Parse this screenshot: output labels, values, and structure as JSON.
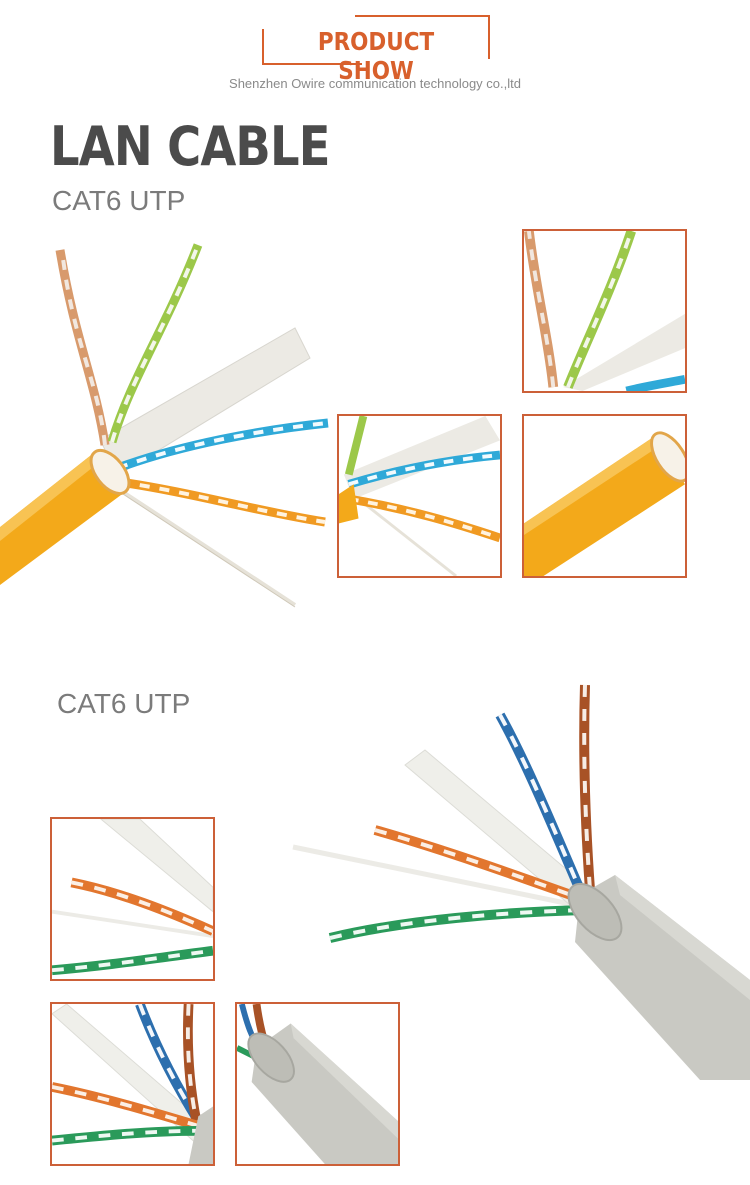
{
  "header": {
    "badge_title": "PRODUCT SHOW",
    "company": "Shenzhen Owire communication technology co.,ltd"
  },
  "product": {
    "title": "LAN CABLE",
    "section1_subtitle": "CAT6 UTP",
    "section2_subtitle": "CAT6 UTP"
  },
  "colors": {
    "accent": "#cc6038",
    "title_gray": "#4b4b4b",
    "jacket_yellow": "#f3a91a",
    "jacket_gray": "#c9c9c3"
  },
  "images": {
    "section1_hero": "yellow-cable-image",
    "section1_details": [
      "yellow-cable-pairs-closeup",
      "yellow-cable-center-closeup",
      "yellow-cable-jacket-closeup"
    ],
    "section2_hero": "gray-cable-image",
    "section2_details": [
      "gray-cable-pairs-closeup",
      "gray-cable-fan-closeup",
      "gray-cable-jacket-closeup"
    ]
  }
}
